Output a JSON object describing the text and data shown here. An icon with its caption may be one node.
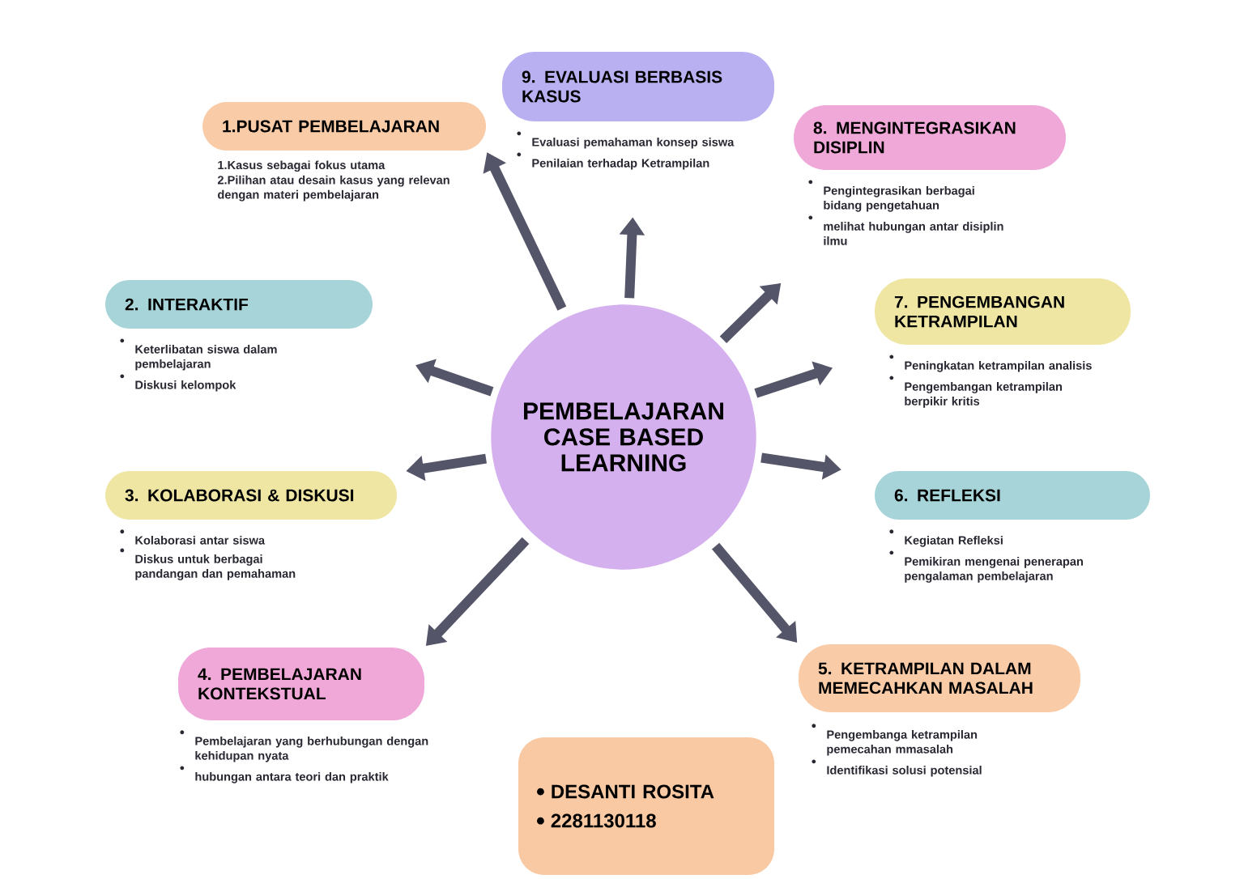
{
  "diagram": {
    "nodes": [
      {
        "text": [
          "PEMBELAJARAN CASE BASED LEARNING"
        ]
      },
      {
        "text": [
          "1.PUSAT PEMBELAJARAN"
        ],
        "beside": [
          "1.Kasus sebagai fokus utama",
          "2.Pilihan atau desain kasus yang relevan dengan materi pembelajaran"
        ]
      },
      {
        "text": [
          "2. INTERAKTIF"
        ],
        "beside": [
          "Keterlibatan siswa dalam pembelajaran",
          "Diskusi kelompok"
        ]
      },
      {
        "text": [
          "3. KOLABORASI & DISKUSI"
        ],
        "beside": [
          "Kolaborasi antar siswa",
          "Diskus untuk berbagai pandangan dan pemahaman"
        ]
      },
      {
        "text": [
          "4. PEMBELAJARAN KONTEKSTUAL"
        ],
        "beside": [
          "Pembelajaran yang berhubungan dengan kehidupan nyata",
          "hubungan antara teori dan praktik"
        ]
      },
      {
        "text": [
          "5. KETRAMPILAN DALAM MEMECAHKAN MASALAH"
        ],
        "beside": [
          "Pengembanga ketrampilan pemecahan mmasalah",
          "Identifikasi solusi potensial"
        ]
      },
      {
        "text": [
          "6. REFLEKSI"
        ],
        "beside": [
          "Kegiatan Refleksi",
          "Pemikiran mengenai penerapan pengalaman pembelajaran"
        ]
      },
      {
        "text": [
          "7. PENGEMBANGAN KETRAMPILAN"
        ],
        "beside": [
          "Peningkatan ketrampilan analisis",
          "Pengembangan ketrampilan berpikir kritis"
        ]
      },
      {
        "text": [
          "8. MENGINTEGRASIKAN DISIPLIN"
        ],
        "beside": [
          "Pengintegrasikan berbagai bidang pengetahuan",
          "melihat hubungan antar disiplin ilmu"
        ]
      },
      {
        "text": [
          "9. EVALUASI BERBASIS KASUS"
        ],
        "beside": [
          "Evaluasi pemahaman konsep siswa",
          "Penilaian terhadap Ketrampilan"
        ]
      },
      {
        "text": [
          "DESANTI ROSITA",
          "2281130118"
        ]
      }
    ],
    "edges": [
      {
        "from": 0,
        "to": 1,
        "arrow": "to"
      },
      {
        "from": 0,
        "to": 9,
        "arrow": "to"
      },
      {
        "from": 0,
        "to": 8,
        "arrow": "to"
      },
      {
        "from": 0,
        "to": 7,
        "arrow": "to"
      },
      {
        "from": 0,
        "to": 6,
        "arrow": "to"
      },
      {
        "from": 0,
        "to": 5,
        "arrow": "to"
      },
      {
        "from": 0,
        "to": 4,
        "arrow": "to"
      },
      {
        "from": 0,
        "to": 3,
        "arrow": "to"
      },
      {
        "from": 0,
        "to": 2,
        "arrow": "to"
      }
    ]
  }
}
